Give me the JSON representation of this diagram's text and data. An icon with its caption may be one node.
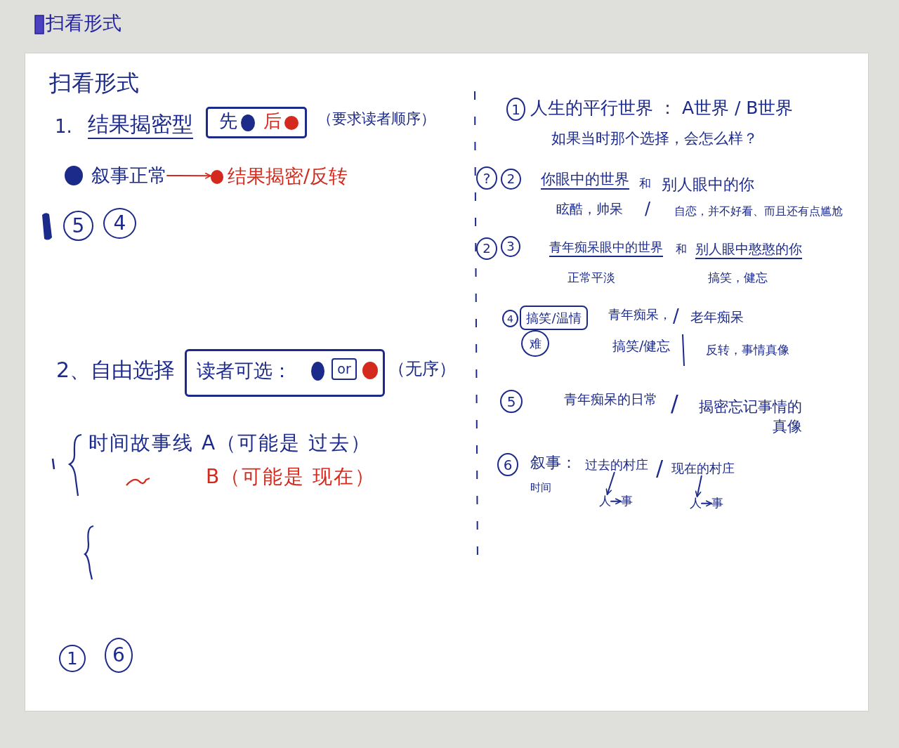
{
  "diagram": {
    "title": "扫看形式",
    "nodes": [
      {
        "text": [
          "先",
          "后"
        ]
      },
      {
        "text": [
          "叙事正常"
        ]
      },
      {
        "text": [
          "结果揭密/反转"
        ]
      },
      {
        "text": [
          "5"
        ]
      },
      {
        "text": [
          "4"
        ]
      },
      {
        "text": [
          "读者可选："
        ]
      },
      {
        "text": [
          "or"
        ],
        "in": 5
      },
      {
        "text": [
          "1"
        ]
      },
      {
        "text": [
          "6"
        ]
      },
      {
        "text": [
          "1"
        ]
      },
      {
        "text": [
          "?"
        ]
      },
      {
        "text": [
          "2"
        ]
      },
      {
        "text": [
          "2"
        ]
      },
      {
        "text": [
          "3"
        ]
      },
      {
        "text": [
          "4"
        ]
      },
      {
        "text": [
          "搞笑/温情"
        ]
      },
      {
        "text": [
          "难"
        ]
      },
      {
        "text": [
          "5"
        ]
      },
      {
        "text": [
          "6"
        ]
      },
      {
        "text": [
          "过去的村庄"
        ]
      },
      {
        "text": [
          "现在的村庄"
        ]
      },
      {
        "text": [
          "人"
        ]
      },
      {
        "text": [
          "事"
        ]
      },
      {
        "text": [
          "人"
        ]
      },
      {
        "text": [
          "事"
        ]
      }
    ],
    "edges": [
      {
        "from": 1,
        "to": 2,
        "arrow": "to",
        "color": "#d42a1e"
      },
      {
        "from": 19,
        "to": 21,
        "arrow": "to"
      },
      {
        "from": 21,
        "to": 22,
        "arrow": "to"
      },
      {
        "from": 20,
        "to": 23,
        "arrow": "to"
      },
      {
        "from": 23,
        "to": 24,
        "arrow": "to"
      }
    ],
    "labels": [
      "扫看形式",
      "1.",
      "结果揭密型",
      "（要求读者顺序）",
      "2、自由选择",
      "（无序）",
      "时间故事线 A（可能是 过去）",
      "B（可能是 现在）",
      "人生的平行世界 ： A世界 / B世界",
      "如果当时那个选择，会怎么样？",
      "你眼中的世界",
      "和",
      "别人眼中的你",
      "眩酷，帅呆",
      "/",
      "自恋，并不好看、而且还有点尴尬",
      "青年痴呆眼中的世界",
      "和",
      "别人眼中憨憨的你",
      "正常平淡",
      "搞笑，健忘",
      "青年痴呆，",
      "/",
      "老年痴呆",
      "搞笑/健忘",
      "反转，事情真像",
      "青年痴呆的日常",
      "/",
      "揭密忘记事情的真像",
      "叙事：",
      "时间",
      "/"
    ]
  }
}
